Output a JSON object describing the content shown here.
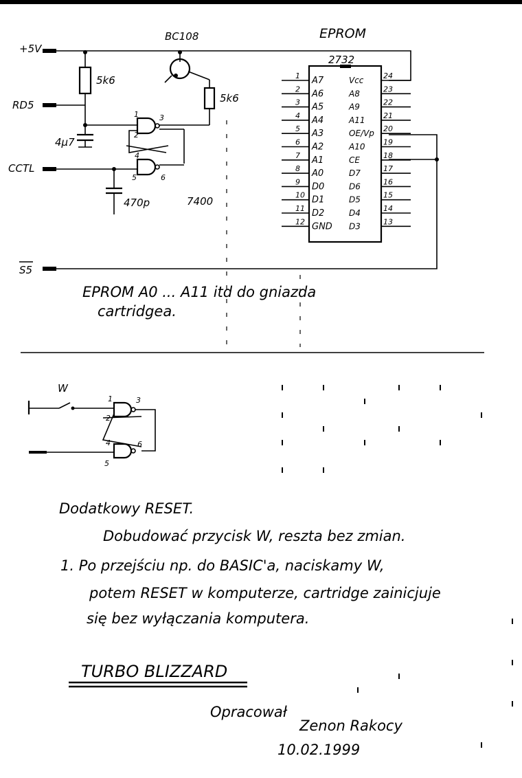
{
  "title": "EPROM",
  "transistor": "BC108",
  "chip": {
    "name": "2732",
    "left_pins": [
      {
        "num": "1",
        "name": "A7"
      },
      {
        "num": "2",
        "name": "A6"
      },
      {
        "num": "3",
        "name": "A5"
      },
      {
        "num": "4",
        "name": "A4"
      },
      {
        "num": "5",
        "name": "A3"
      },
      {
        "num": "6",
        "name": "A2"
      },
      {
        "num": "7",
        "name": "A1"
      },
      {
        "num": "8",
        "name": "A0"
      },
      {
        "num": "9",
        "name": "D0"
      },
      {
        "num": "10",
        "name": "D1"
      },
      {
        "num": "11",
        "name": "D2"
      },
      {
        "num": "12",
        "name": "GND"
      }
    ],
    "right_pins": [
      {
        "num": "24",
        "name": "Vcc"
      },
      {
        "num": "23",
        "name": "A8"
      },
      {
        "num": "22",
        "name": "A9"
      },
      {
        "num": "21",
        "name": "A11"
      },
      {
        "num": "20",
        "name": "OE/Vp"
      },
      {
        "num": "19",
        "name": "A10"
      },
      {
        "num": "18",
        "name": "CE"
      },
      {
        "num": "17",
        "name": "D7"
      },
      {
        "num": "16",
        "name": "D6"
      },
      {
        "num": "15",
        "name": "D5"
      },
      {
        "num": "14",
        "name": "D4"
      },
      {
        "num": "13",
        "name": "D3"
      }
    ]
  },
  "signals": {
    "plus5v": "+5V",
    "rd5": "RD5",
    "cctl": "CCTL",
    "s5": "S5"
  },
  "components": {
    "r1": "5k6",
    "r2": "5k6",
    "c1": "4μ7",
    "c2": "470p",
    "ic": "7400"
  },
  "gate_pins": {
    "g1": [
      "1",
      "2",
      "3"
    ],
    "g2": [
      "4",
      "5",
      "6"
    ]
  },
  "note_top": [
    "EPROM A0 ... A11 itd do gniazda",
    "cartridgea."
  ],
  "reset_circuit": {
    "switch": "W",
    "pins": [
      "1",
      "2",
      "3",
      "4",
      "5",
      "6"
    ]
  },
  "notes": [
    "Dodatkowy RESET.",
    "Dobudować przycisk W, reszta bez zmian.",
    "1. Po przejściu np. do BASIC'a, naciskamy W,",
    "potem RESET w komputerze, cartridge zainicjuje",
    "się bez wyłączania komputera."
  ],
  "footer": {
    "title": "TURBO BLIZZARD",
    "prepared": "Opracował",
    "author": "Zenon Rakocy",
    "date": "10.02.1999"
  }
}
